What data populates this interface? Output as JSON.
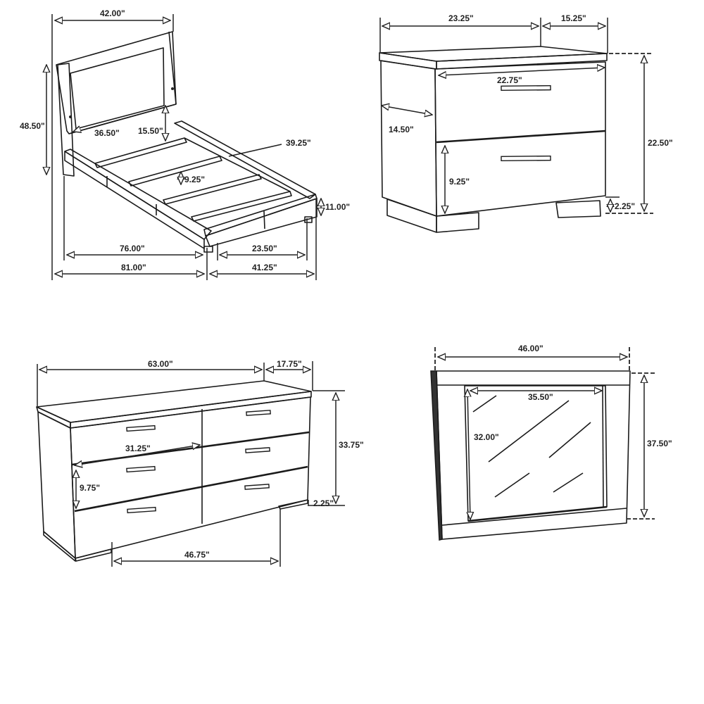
{
  "diagram": {
    "type": "furniture dimension drawings",
    "background": "#ffffff",
    "line_color": "#1a1a1a",
    "items": [
      {
        "name": "bed",
        "dimensions": {
          "overall_width": "42.00\"",
          "overall_height": "48.50\"",
          "headboard_inner_width": "36.50\"",
          "headboard_gap": "15.50\"",
          "slat_length": "39.25\"",
          "slat_spacing": "9.25\"",
          "footboard_height": "11.00\"",
          "inner_length": "76.00\"",
          "overall_length": "81.00\"",
          "leg_spacing": "23.50\"",
          "footboard_width": "41.25\""
        }
      },
      {
        "name": "nightstand",
        "dimensions": {
          "width": "23.25\"",
          "depth": "15.25\"",
          "drawer_width": "22.75\"",
          "side_depth": "14.50\"",
          "height": "22.50\"",
          "drawer_height": "9.25\"",
          "leg_height": "2.25\""
        }
      },
      {
        "name": "dresser",
        "dimensions": {
          "width": "63.00\"",
          "depth": "17.75\"",
          "drawer_width": "31.25\"",
          "height": "33.75\"",
          "drawer_height": "9.75\"",
          "leg_height": "2.25\"",
          "leg_spacing": "46.75\""
        }
      },
      {
        "name": "mirror",
        "dimensions": {
          "width": "46.00\"",
          "glass_width": "35.50\"",
          "glass_height": "32.00\"",
          "height": "37.50\""
        }
      }
    ]
  }
}
